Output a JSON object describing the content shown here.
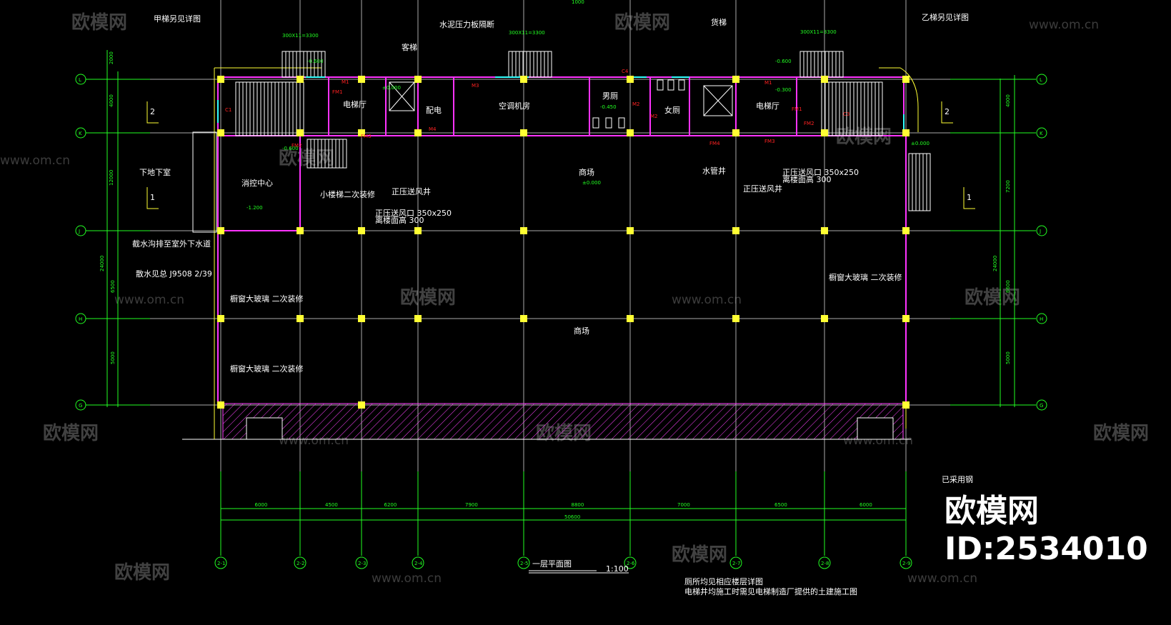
{
  "drawing": {
    "title": "一层平面图",
    "scale": "1:100",
    "notes": [
      "厕所均见相应楼层详图",
      "电梯井均施工时需见电梯制造厂提供的土建施工图"
    ],
    "row_axes": [
      "L",
      "K",
      "J",
      "H",
      "G"
    ],
    "column_axes": [
      "2-1",
      "2-2",
      "2-3",
      "2-4",
      "2-5",
      "2-6",
      "2-7",
      "2-8",
      "2-9"
    ],
    "bottom_dimensions": [
      "6000",
      "4500",
      "6200",
      "7900",
      "8800",
      "7000",
      "6500",
      "6000"
    ],
    "bottom_total": "50600",
    "left_dimensions": [
      "2000",
      "4000",
      "12000",
      "24000",
      "6500",
      "5000"
    ],
    "right_dimensions": [
      "4000",
      "7200",
      "24000",
      "6600",
      "5000"
    ],
    "top_dimensions": [
      "300X11=3300",
      "300X11=3300",
      "300X11=3300",
      "1000"
    ],
    "section_marks": [
      "2",
      "1",
      "2",
      "1"
    ],
    "rooms": {
      "stair_a_note": "甲梯另见详图",
      "partition_note": "水泥压力板隔断",
      "passenger_lift": "客梯",
      "freight_lift": "货梯",
      "stair_b_note": "乙梯另见详图",
      "lift_lobby_1": "电梯厅",
      "power": "配电",
      "ac_room": "空调机房",
      "mens_wc": "男厕",
      "womens_wc": "女厕",
      "lift_lobby_2": "电梯厅",
      "to_basement": "下地下室",
      "fire_control": "消控中心",
      "mall_1": "商场",
      "mall_2": "商场",
      "small_stair": "小楼梯二次装修",
      "water_shaft": "水管井",
      "pressure_shaft_1": "正压送风井",
      "pressure_shaft_2": "正压送风井",
      "pressure_outlet_1": "正压送风口  350x250",
      "pressure_outlet_1b": "离楼面高  300",
      "pressure_outlet_2": "正压送风口  350x250",
      "pressure_outlet_2b": "离楼面高  300",
      "glass_1": "橱窗大玻璃   二次装修",
      "glass_2": "橱窗大玻璃   二次装修",
      "glass_3": "橱窗大玻璃   二次装修",
      "drain": "截水沟排至室外下水道",
      "apron": "散水见总  J9508   2/39",
      "steel": "已采用钢"
    },
    "elevations": [
      "-0.600",
      "±0.000",
      "-0.600",
      "-1.200",
      "±0.000",
      "-0.450",
      "-0.600",
      "±0.000",
      "-0.300"
    ],
    "doors": [
      "M1",
      "FM1",
      "FM2",
      "FM3",
      "M4",
      "M3",
      "M2",
      "M2",
      "M1",
      "FM1",
      "FM2",
      "FM3",
      "FM4",
      "C1",
      "C4",
      "C3"
    ]
  },
  "watermark": {
    "brand": "欧模网",
    "url": "www.om.cn",
    "id": "ID:2534010"
  },
  "colors": {
    "background": "#000000",
    "axis": "#22ff22",
    "wall": "#ff22ff",
    "column": "#ffff22",
    "grid": "#b0b0b0",
    "window": "#22ffff",
    "door_label": "#ff2222"
  }
}
